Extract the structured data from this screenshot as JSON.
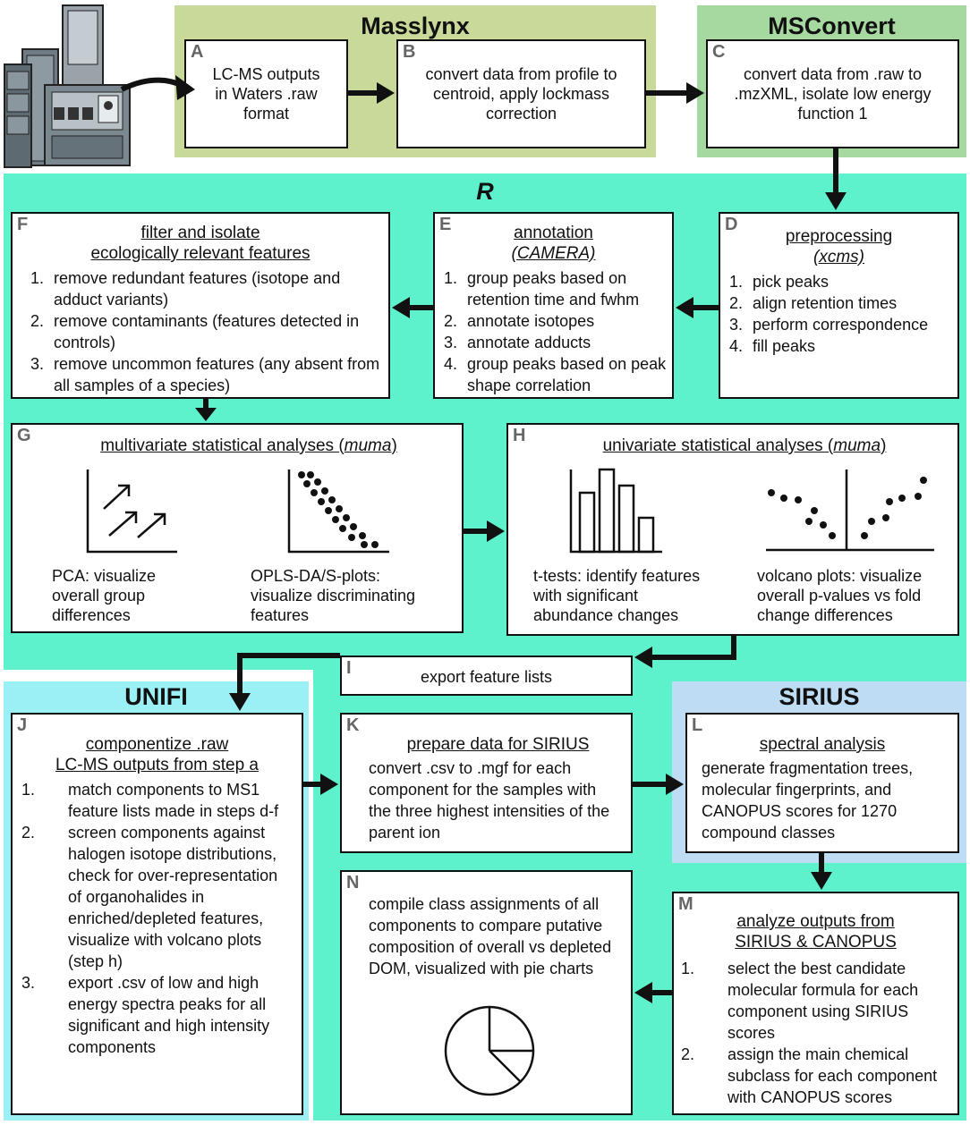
{
  "colors": {
    "masslynx_bg": "#c9d99a",
    "msconvert_bg": "#a6d9a0",
    "r_bg": "#5ef2cc",
    "unifi_bg": "#9bf0f6",
    "sirius_bg": "#bfdcf5",
    "box_border": "#111111",
    "letter": "#666666"
  },
  "regions": {
    "masslynx": "Masslynx",
    "msconvert": "MSConvert",
    "r": "R",
    "unifi": "UNIFI",
    "sirius": "SIRIUS"
  },
  "boxes": {
    "A": {
      "letter": "A",
      "lines": [
        "LC-MS outputs",
        "in Waters .raw",
        "format"
      ]
    },
    "B": {
      "letter": "B",
      "lines": [
        "convert data from profile to",
        "centroid, apply lockmass",
        "correction"
      ]
    },
    "C": {
      "letter": "C",
      "lines": [
        "convert data from .raw to",
        ".mzXML, isolate low energy",
        "function 1"
      ]
    },
    "D": {
      "letter": "D",
      "title_lines": [
        "preprocessing",
        "(xcms)"
      ],
      "items": [
        "pick peaks",
        "align retention times",
        "perform correspondence",
        "fill peaks"
      ]
    },
    "E": {
      "letter": "E",
      "title_lines": [
        "annotation",
        "(CAMERA)"
      ],
      "items": [
        "group peaks based on retention time and fwhm",
        "annotate isotopes",
        "annotate adducts",
        "group peaks based on peak shape correlation"
      ]
    },
    "F": {
      "letter": "F",
      "title_lines": [
        "filter and isolate",
        "ecologically relevant features"
      ],
      "items": [
        "remove redundant features (isotope and adduct variants)",
        "remove contaminants (features detected in controls)",
        "remove uncommon features (any absent from all samples of a species)"
      ]
    },
    "G": {
      "letter": "G",
      "title": "multivariate statistical analyses (muma)",
      "captions": [
        "PCA: visualize overall group differences",
        "OPLS-DA/S-plots: visualize discriminating features"
      ]
    },
    "H": {
      "letter": "H",
      "title": "univariate statistical analyses (muma)",
      "captions": [
        "t-tests: identify features with significant abundance changes",
        "volcano plots: visualize overall p-values vs fold change differences"
      ]
    },
    "I": {
      "letter": "I",
      "text": "export feature lists"
    },
    "J": {
      "letter": "J",
      "title_lines": [
        "componentize .raw",
        "LC-MS outputs from step a"
      ],
      "items": [
        "match components to MS1 feature lists made in steps d-f",
        "screen components against halogen isotope distributions, check for over-representation of organohalides in enriched/depleted features, visualize with volcano plots (step h)",
        "export .csv of low and high energy spectra  peaks for all significant and high intensity components"
      ]
    },
    "K": {
      "letter": "K",
      "title": "prepare data for SIRIUS",
      "text": "convert .csv to .mgf for each component for the samples with the three highest intensities of the parent ion"
    },
    "L": {
      "letter": "L",
      "title": "spectral analysis",
      "text": "generate fragmentation trees, molecular fingerprints, and CANOPUS scores for 1270 compound classes"
    },
    "M": {
      "letter": "M",
      "title_lines": [
        "analyze outputs from",
        "SIRIUS & CANOPUS"
      ],
      "items": [
        "select the best candidate molecular formula for each component using SIRIUS scores",
        "assign the main chemical subclass for each component with CANOPUS scores"
      ]
    },
    "N": {
      "letter": "N",
      "text": "compile class assignments of all components to compare putative composition of overall vs depleted DOM, visualized with pie charts"
    }
  }
}
